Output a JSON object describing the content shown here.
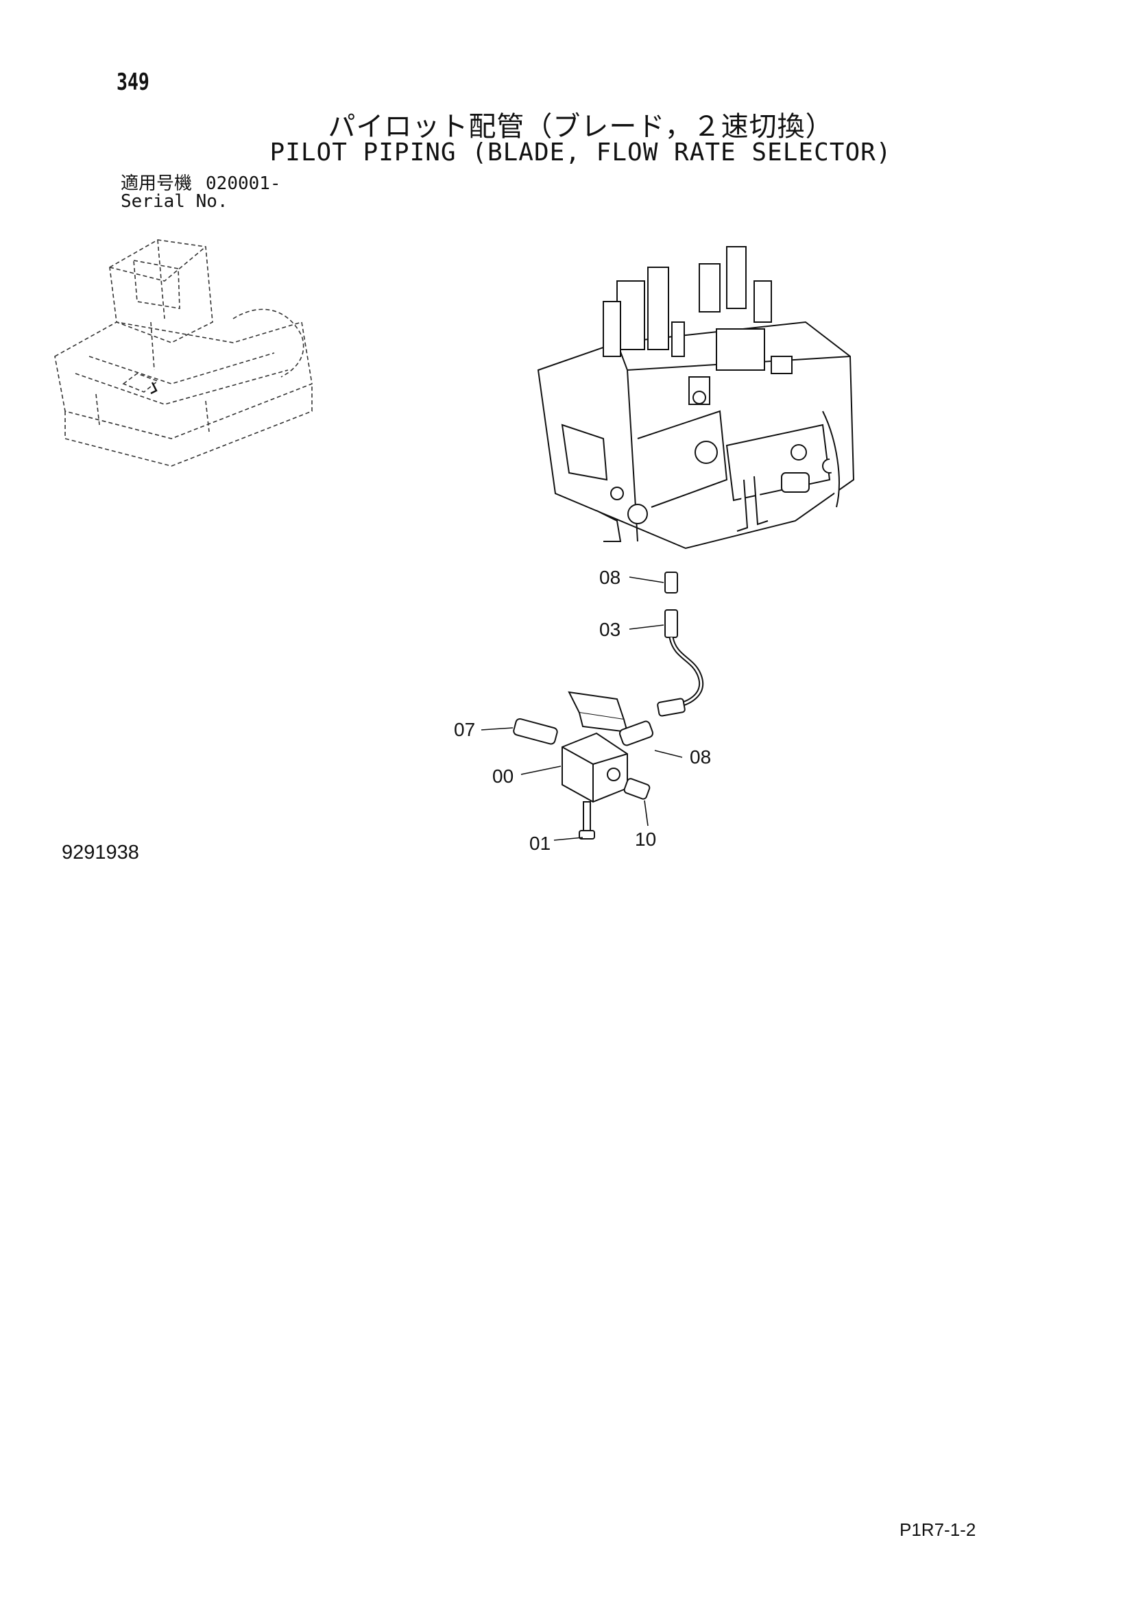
{
  "page": {
    "number": "349",
    "title_jp": "パイロット配管（ブレード，２速切換）",
    "title_en": "PILOT PIPING (BLADE, FLOW RATE SELECTOR)"
  },
  "serial": {
    "label_jp": "適用号機",
    "value": "020001-",
    "label_en": "Serial No."
  },
  "callouts": {
    "c08a": "08",
    "c03": "03",
    "c07": "07",
    "c08b": "08",
    "c00": "00",
    "c01": "01",
    "c10": "10"
  },
  "drawing_number": "9291938",
  "sheet_code": "P1R7-1-2"
}
